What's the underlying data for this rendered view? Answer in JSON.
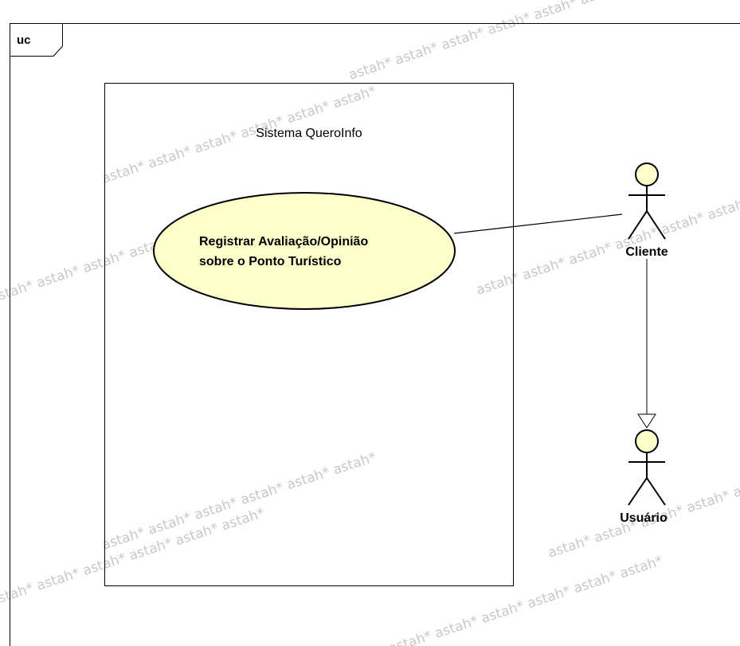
{
  "frame": {
    "tag": "uc"
  },
  "system": {
    "name": "Sistema QueroInfo"
  },
  "use_case": {
    "line1": "Registrar Avaliação/Opinião",
    "line2": "sobre o Ponto Turístico",
    "fill": "#ffffcc"
  },
  "actors": {
    "cliente": {
      "name": "Cliente"
    },
    "usuario": {
      "name": "Usuário"
    }
  },
  "watermark": {
    "text": "astah* astah* astah* astah* astah* astah*"
  },
  "colors": {
    "actor_head": "#ffffcc",
    "watermark": "#c8c8c8"
  }
}
